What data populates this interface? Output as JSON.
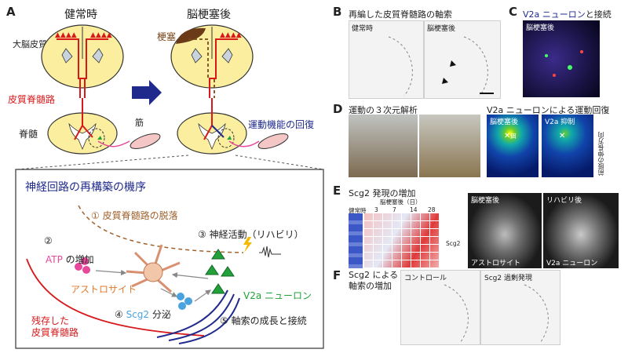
{
  "panels": {
    "a": "A",
    "b": "B",
    "c": "C",
    "d": "D",
    "e": "E",
    "f": "F"
  },
  "A": {
    "healthy": "健常時",
    "after_stroke": "脳梗塞後",
    "cortex": "大脳皮質",
    "infarct": "梗塞",
    "cst": "皮質脊髄路",
    "spinal_cord": "脊髄",
    "muscle": "筋",
    "recovery": "運動機能の回復",
    "mechanism_title": "神経回路の再構築の機序",
    "step1": "① 皮質脊髄路の脱落",
    "step2": "②",
    "atp": "ATP",
    "atp_increase": "の増加",
    "step3": "③ 神経活動（リハビリ）",
    "astrocyte": "アストロサイト",
    "step4": "④",
    "scg2": "Scg2",
    "secretion": "分泌",
    "step5": "⑤ 軸索の成長と接続",
    "v2a": "V2a ニューロン",
    "residual": "残存した\n皮質脊髄路",
    "colors": {
      "red": "#d7191c",
      "blue": "#1f2a8c",
      "green": "#22a13a",
      "orange": "#e07a2e",
      "pink": "#e8489b",
      "lightblue": "#4aa3df",
      "yellow": "#fbef9f"
    }
  },
  "B": {
    "title": "再編した皮質脊髄路の軸索",
    "healthy": "健常時",
    "stroke": "脳梗塞後"
  },
  "C": {
    "title_a": "V2a ニューロン",
    "title_b": "と接続",
    "label": "脳梗塞後"
  },
  "D": {
    "title_left": "運動の３次元解析",
    "title_right": "V2a ニューロンによる運動回復",
    "stroke": "脳梗塞後",
    "inhibit": "V2a 抑制",
    "bait": "餌",
    "axis": "前肢の伸長方向"
  },
  "E": {
    "title": "Scg2 発現の増加",
    "days_label": "脳梗塞後（日）",
    "healthy": "健常時",
    "days": [
      "3",
      "7",
      "14",
      "28"
    ],
    "gene": "Scg2",
    "img1_top": "脳梗塞後",
    "img1_bottom": "アストロサイト",
    "img2_top": "リハビリ後",
    "img2_bottom": "V2a ニューロン"
  },
  "F": {
    "title": "Scg2 による\n軸索の増加",
    "control": "コントロール",
    "overexp": "Scg2 過剰発現"
  }
}
